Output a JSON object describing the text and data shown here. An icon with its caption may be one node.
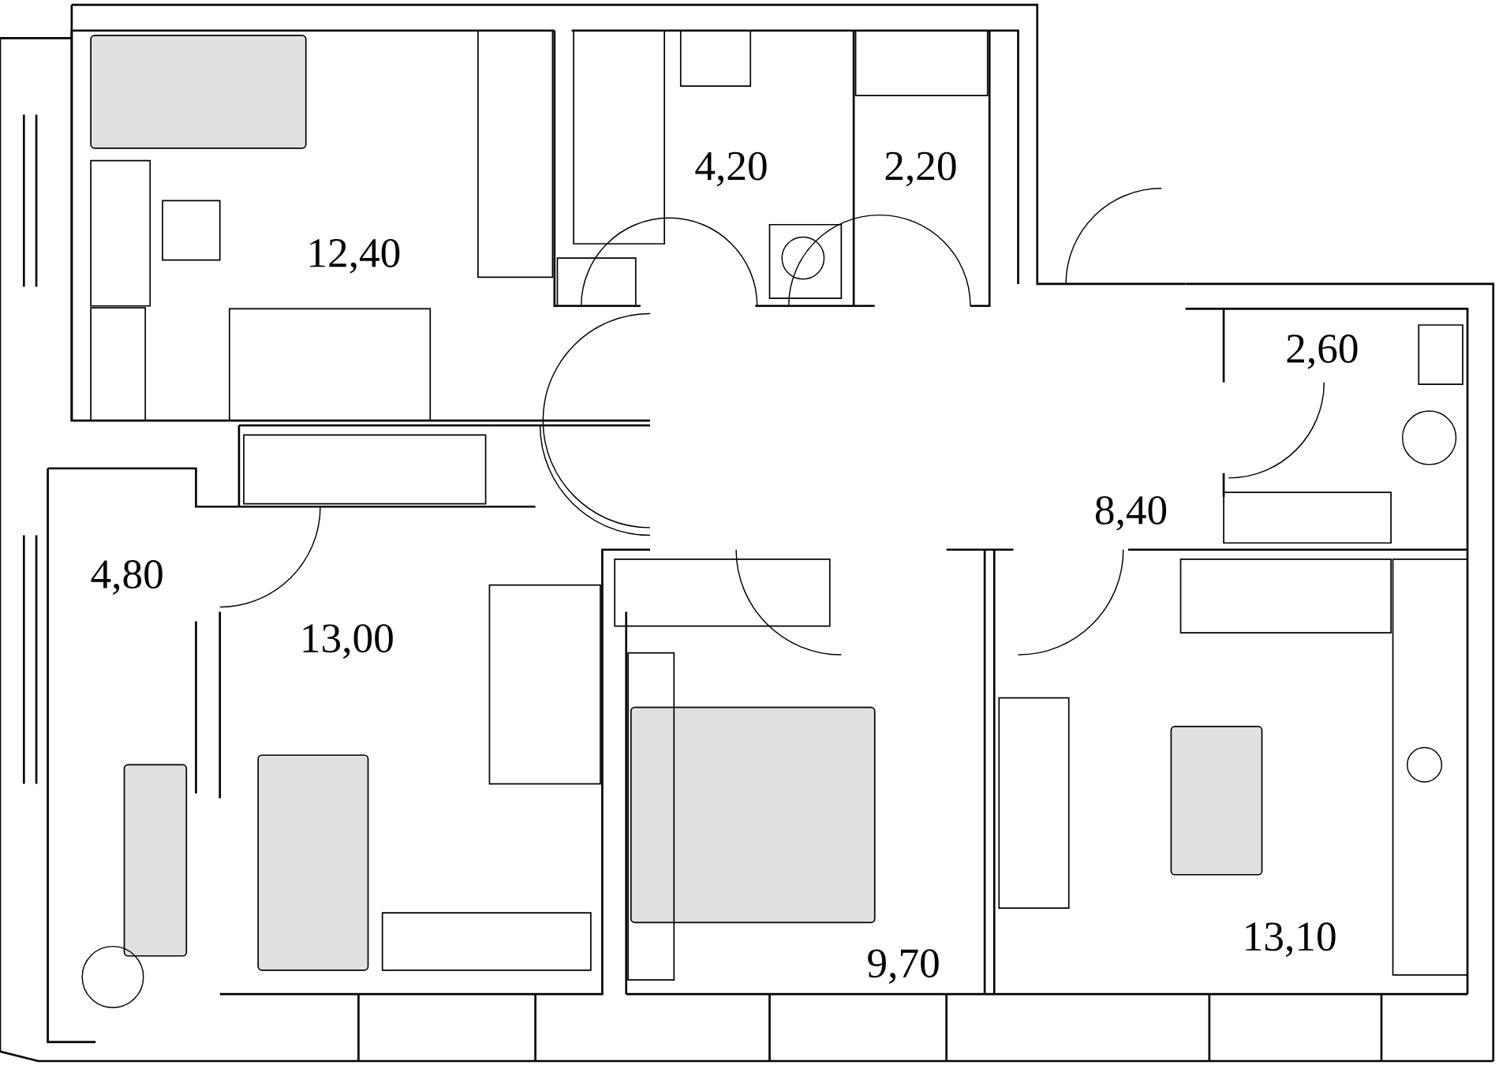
{
  "diagram": {
    "labels": [
      "12,40",
      "4,20",
      "2,20",
      "2,60",
      "8,40",
      "4,80",
      "13,00",
      "9,70",
      "13,10"
    ]
  }
}
